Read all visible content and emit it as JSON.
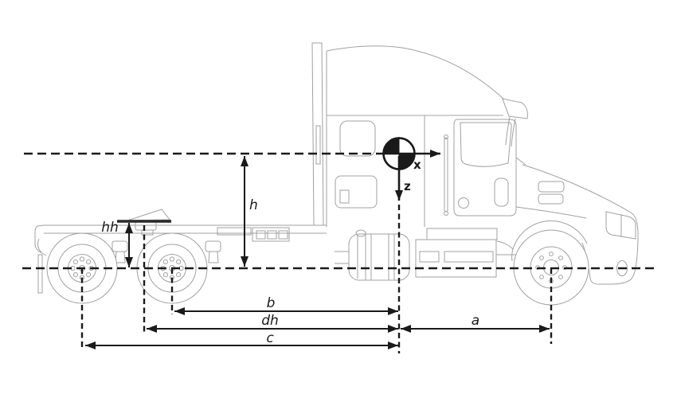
{
  "figure": {
    "description": "Side-view engineering line drawing of a semi-tractor truck annotated with centre-of-gravity axes and dimension arrows",
    "drawing_line_color": "#a0a0a0",
    "annotation_color": "#1a1a1a",
    "background_color": "#ffffff"
  },
  "cg_marker": {
    "type": "center-of-gravity-symbol",
    "filled_quadrants": "upper-left and lower-right"
  },
  "axes": {
    "x": "x",
    "z": "z"
  },
  "dimensions": {
    "h": "h",
    "hh": "hh",
    "b": "b",
    "dh": "dh",
    "c": "c",
    "a": "a"
  }
}
